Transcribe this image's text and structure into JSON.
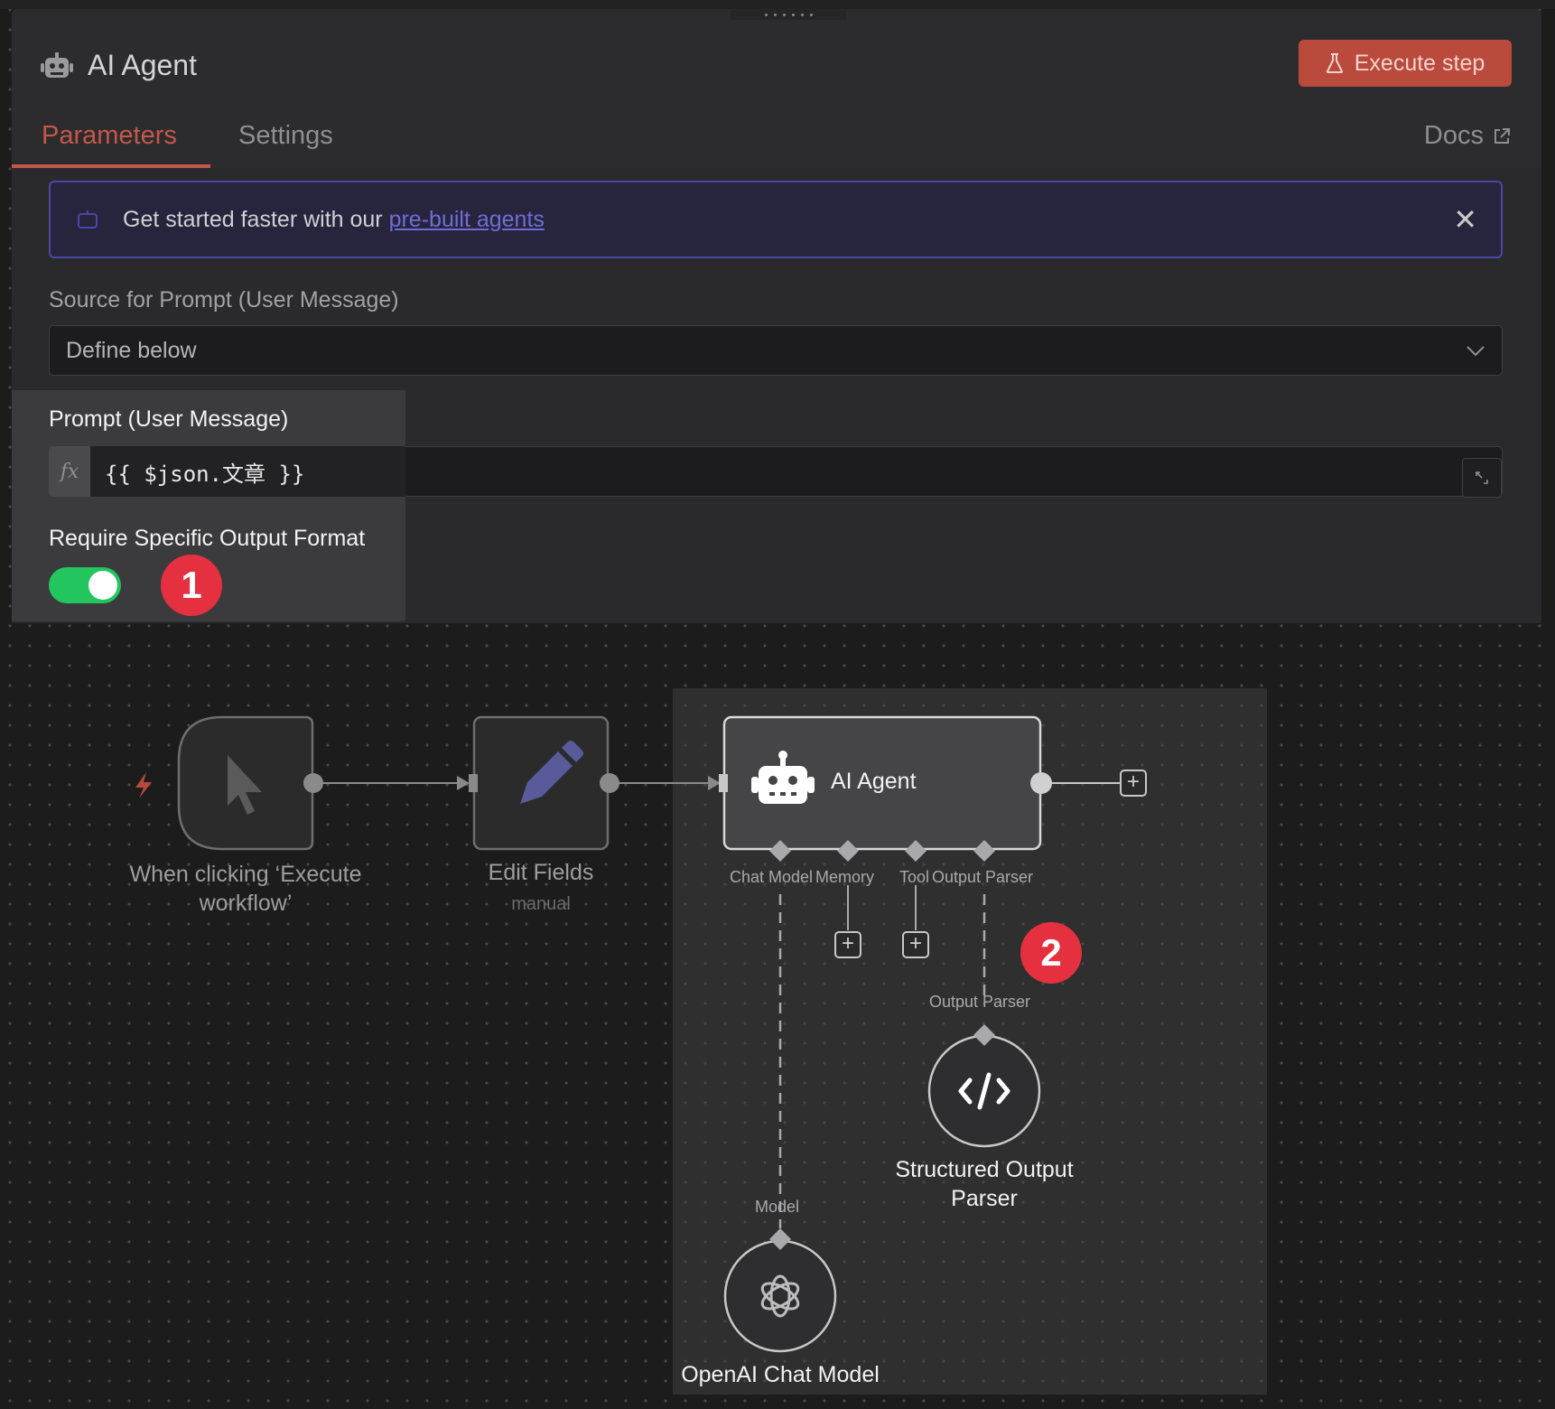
{
  "panel": {
    "title": "AI Agent",
    "execute_label": "Execute step",
    "tabs": [
      {
        "label": "Parameters",
        "active": true
      },
      {
        "label": "Settings",
        "active": false
      }
    ],
    "docs_label": "Docs",
    "banner": {
      "text": "Get started faster with our ",
      "link": "pre-built agents"
    },
    "source_label": "Source for Prompt (User Message)",
    "source_value": "Define below",
    "prompt_label": "Prompt (User Message)",
    "prompt_fx": "fx",
    "prompt_value": "{{ $json.文章 }}",
    "output_format_label": "Require Specific Output Format",
    "output_format_enabled": true,
    "badge_1": "1"
  },
  "canvas": {
    "nodes": {
      "trigger": {
        "label": "When clicking ‘Execute workflow’",
        "icon": "cursor-icon"
      },
      "edit_fields": {
        "label": "Edit Fields",
        "sublabel": "manual",
        "icon": "pencil-icon"
      },
      "ai_agent": {
        "label": "AI Agent",
        "icon": "robot-icon"
      },
      "parser": {
        "label": "Structured Output Parser",
        "icon": "code-icon"
      },
      "openai": {
        "label": "OpenAI Chat Model",
        "icon": "openai-icon"
      }
    },
    "ports": {
      "chat_model": "Chat Model",
      "memory": "Memory",
      "tool": "Tool",
      "output_parser": "Output Parser",
      "parser_in": "Output Parser",
      "model_in": "Model"
    },
    "badge_2": "2"
  },
  "colors": {
    "accent": "#c4574a",
    "execute_bg": "#b94a3c",
    "toggle_on": "#22c55e",
    "badge": "#e5303f",
    "banner_border": "#4a47a8"
  }
}
